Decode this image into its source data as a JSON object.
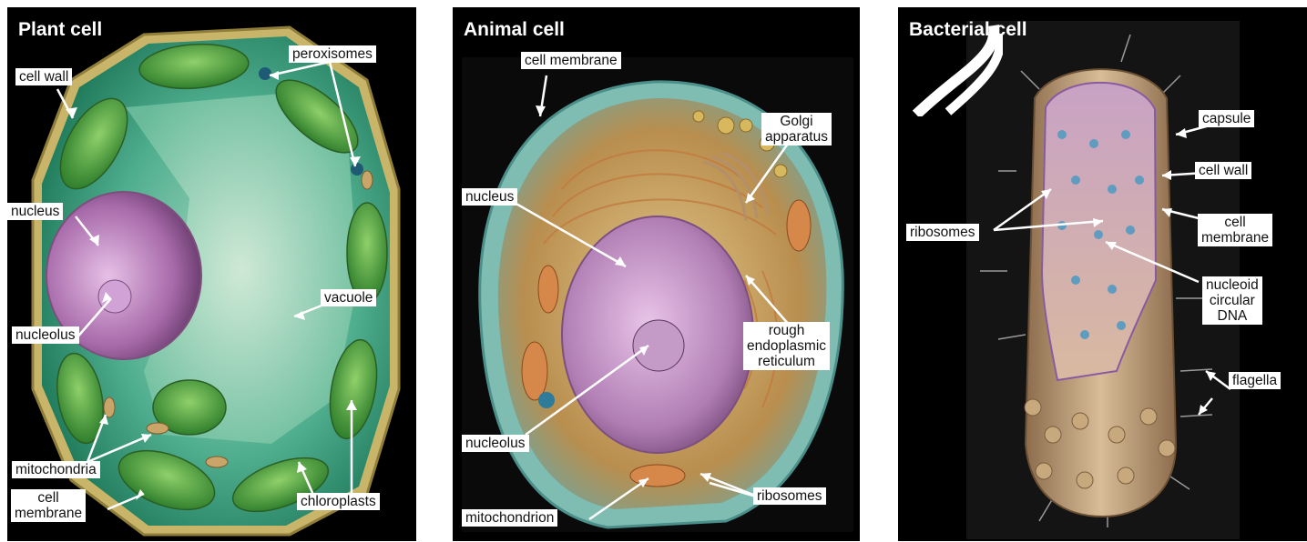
{
  "panels": {
    "plant": {
      "title": "Plant cell",
      "labels": {
        "cell_wall": "cell wall",
        "peroxisomes": "peroxisomes",
        "nucleus": "nucleus",
        "nucleolus": "nucleolus",
        "vacuole": "vacuole",
        "mitochondria": "mitochondria",
        "cell_membrane": "cell\nmembrane",
        "chloroplasts": "chloroplasts"
      }
    },
    "animal": {
      "title": "Animal cell",
      "labels": {
        "cell_membrane": "cell membrane",
        "golgi": "Golgi\napparatus",
        "nucleus": "nucleus",
        "rough_er": "rough\nendoplasmic\nreticulum",
        "nucleolus": "nucleolus",
        "ribosomes": "ribosomes",
        "mitochondrion": "mitochondrion"
      }
    },
    "bacteria": {
      "title": "Bacterial cell",
      "labels": {
        "capsule": "capsule",
        "cell_wall": "cell wall",
        "ribosomes": "ribosomes",
        "cell_membrane": "cell\nmembrane",
        "nucleoid": "nucleoid\ncircular\nDNA",
        "flagella": "flagella"
      }
    }
  },
  "colors": {
    "background": "#000000",
    "label_bg": "#ffffff",
    "plant_green": "#3f9a4a",
    "animal_body": "#c9a86a",
    "nucleus_purple": "#b97fc0",
    "bacteria_tan": "#b89672"
  }
}
